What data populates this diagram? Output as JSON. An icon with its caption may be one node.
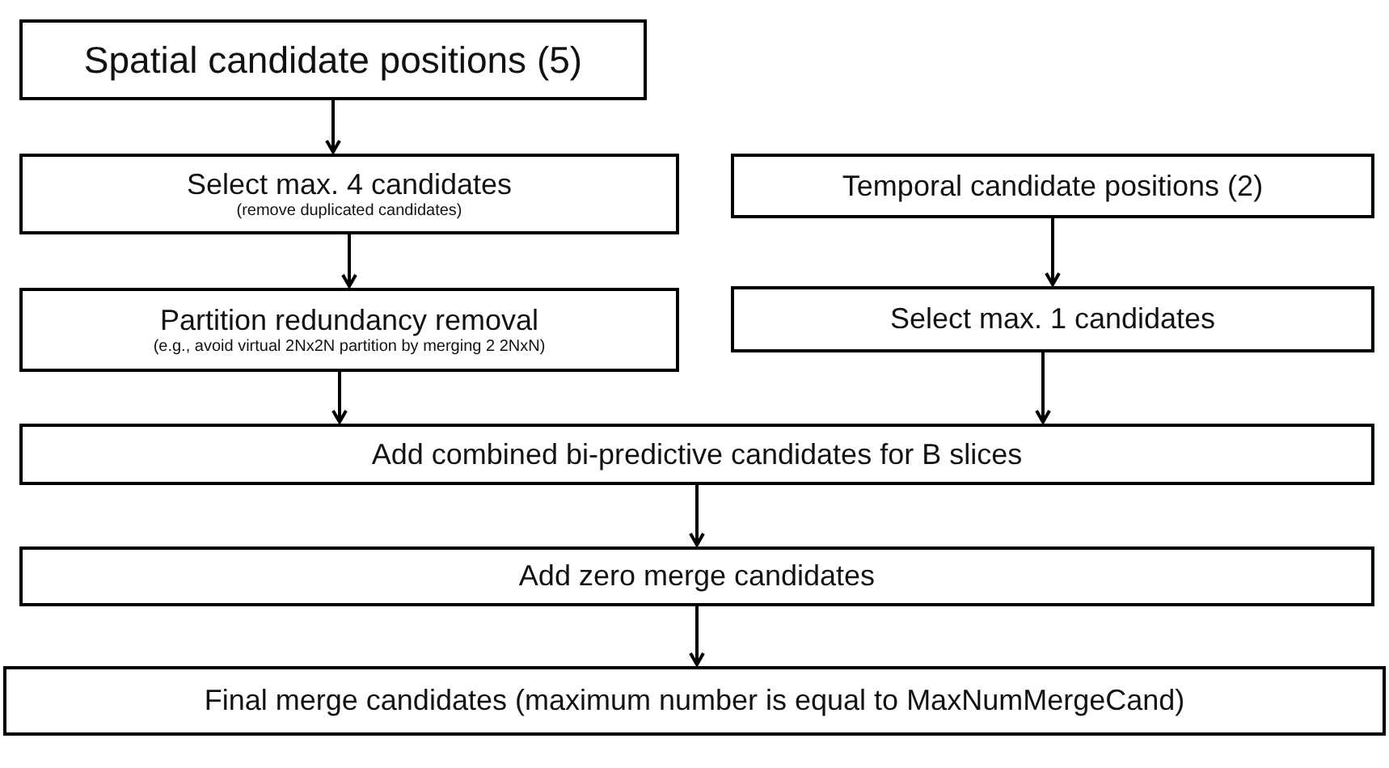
{
  "diagram": {
    "nodes": [
      {
        "text": [
          "Spatial candidate positions (5)"
        ]
      },
      {
        "text": [
          "Select max. 4 candidates",
          "(remove duplicated candidates)"
        ]
      },
      {
        "text": [
          "Temporal candidate positions (2)"
        ]
      },
      {
        "text": [
          "Partition redundancy removal",
          "(e.g., avoid virtual 2Nx2N partition by merging 2 2NxN)"
        ]
      },
      {
        "text": [
          "Select max. 1 candidates"
        ]
      },
      {
        "text": [
          "Add combined bi-predictive candidates for B slices"
        ]
      },
      {
        "text": [
          "Add zero merge candidates"
        ]
      },
      {
        "text": [
          "Final merge candidates (maximum number is equal to MaxNumMergeCand)"
        ]
      }
    ],
    "edges": [
      {
        "from": 0,
        "to": 1,
        "arrow": "to"
      },
      {
        "from": 1,
        "to": 3,
        "arrow": "to"
      },
      {
        "from": 2,
        "to": 4,
        "arrow": "to"
      },
      {
        "from": 3,
        "to": 5,
        "arrow": "to"
      },
      {
        "from": 4,
        "to": 5,
        "arrow": "to"
      },
      {
        "from": 5,
        "to": 6,
        "arrow": "to"
      },
      {
        "from": 6,
        "to": 7,
        "arrow": "to"
      }
    ]
  }
}
